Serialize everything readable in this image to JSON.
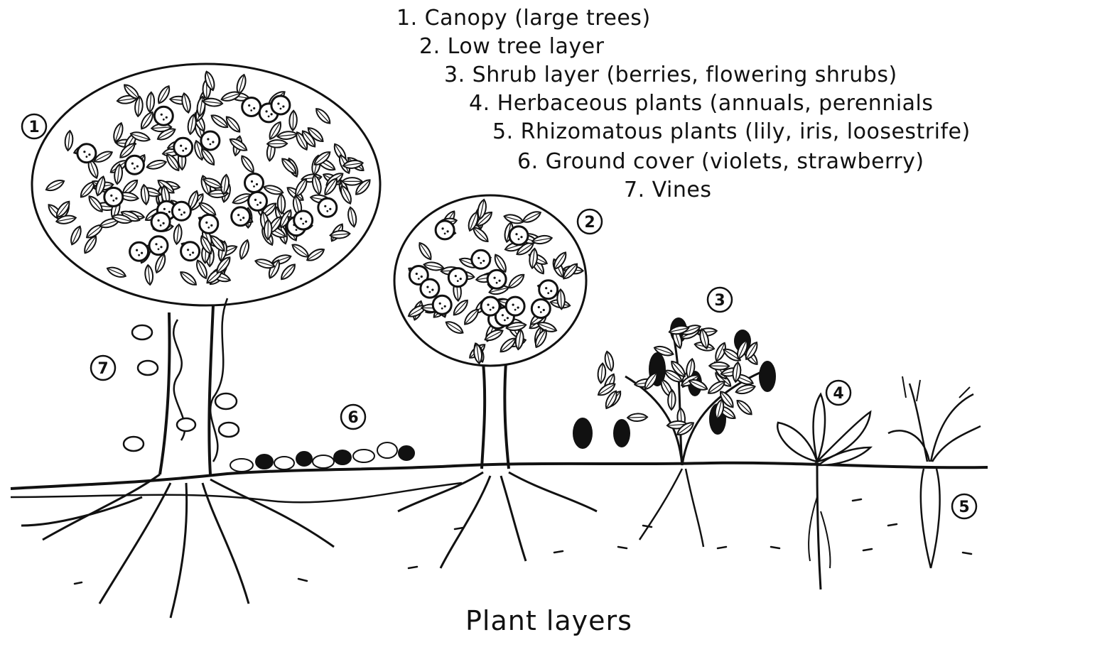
{
  "legend": {
    "items": [
      "1. Canopy (large trees)",
      "2. Low tree layer",
      "3. Shrub layer (berries, flowering shrubs)",
      "4. Herbaceous plants (annuals, perennials",
      "5. Rhizomatous plants (lily, iris, loosestrife)",
      "6. Ground cover (violets, strawberry)",
      "7. Vines"
    ]
  },
  "markers": [
    "1",
    "2",
    "3",
    "4",
    "5",
    "6",
    "7"
  ],
  "caption": "Plant layers",
  "colors": {
    "ink": "#111111",
    "paper": "#ffffff"
  }
}
